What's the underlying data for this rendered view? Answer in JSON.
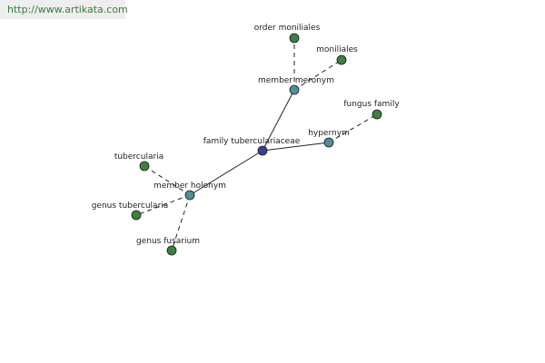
{
  "banner": {
    "url_text": "http://www.artikata.com"
  },
  "colors": {
    "center_node": "#3b3f8f",
    "relation_node": "#4e8f98",
    "leaf_node": "#3f7f3f",
    "solid_edge": "#222222",
    "dashed_edge": "#222222"
  },
  "nodes": [
    {
      "id": "family_tuberculariaceae",
      "label": "family tuberculariaceae",
      "kind": "center"
    },
    {
      "id": "member_meronym",
      "label": "member meronym",
      "kind": "relation"
    },
    {
      "id": "hypernym",
      "label": "hypernym",
      "kind": "relation"
    },
    {
      "id": "member_holonym",
      "label": "member holonym",
      "kind": "relation"
    },
    {
      "id": "order_moniliales",
      "label": "order moniliales",
      "kind": "leaf"
    },
    {
      "id": "moniliales",
      "label": "moniliales",
      "kind": "leaf"
    },
    {
      "id": "fungus_family",
      "label": "fungus family",
      "kind": "leaf"
    },
    {
      "id": "tubercularia",
      "label": "tubercularia",
      "kind": "leaf"
    },
    {
      "id": "genus_tubercularia",
      "label": "genus tubercularia",
      "kind": "leaf"
    },
    {
      "id": "genus_fusarium",
      "label": "genus fusarium",
      "kind": "leaf"
    }
  ],
  "edges": [
    {
      "from": "family_tuberculariaceae",
      "to": "member_meronym",
      "style": "solid"
    },
    {
      "from": "family_tuberculariaceae",
      "to": "hypernym",
      "style": "solid"
    },
    {
      "from": "family_tuberculariaceae",
      "to": "member_holonym",
      "style": "solid"
    },
    {
      "from": "member_meronym",
      "to": "order_moniliales",
      "style": "dashed"
    },
    {
      "from": "member_meronym",
      "to": "moniliales",
      "style": "dashed"
    },
    {
      "from": "hypernym",
      "to": "fungus_family",
      "style": "dashed"
    },
    {
      "from": "member_holonym",
      "to": "tubercularia",
      "style": "dashed"
    },
    {
      "from": "member_holonym",
      "to": "genus_tubercularia",
      "style": "dashed"
    },
    {
      "from": "member_holonym",
      "to": "genus_fusarium",
      "style": "dashed"
    }
  ]
}
